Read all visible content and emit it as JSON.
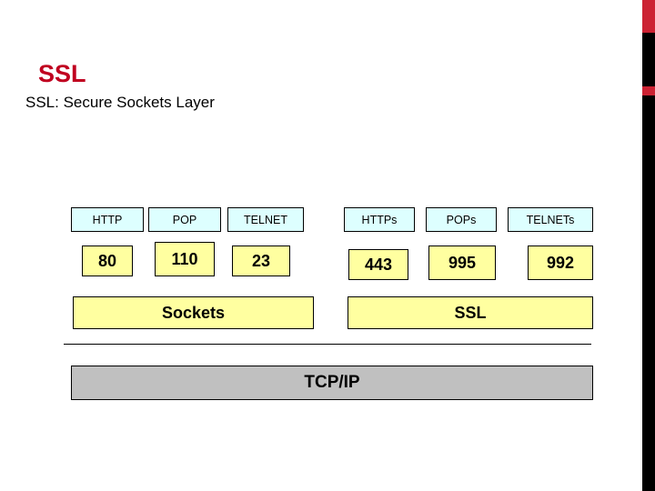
{
  "slide": {
    "title": "SSL",
    "subtitle": "SSL: Secure Sockets Layer"
  },
  "colors": {
    "title": "#c00020",
    "box_fill": "#ffffa0",
    "proto_fill": "#ddffff",
    "tcpip_fill": "#c0c0c0",
    "accent_bar": "#cc2233",
    "bar": "#000000"
  },
  "diagram": {
    "protocols": [
      {
        "name": "HTTP",
        "port": "80"
      },
      {
        "name": "POP",
        "port": "110"
      },
      {
        "name": "TELNET",
        "port": "23"
      },
      {
        "name": "HTTPs",
        "port": "443"
      },
      {
        "name": "POPs",
        "port": "995"
      },
      {
        "name": "TELNETs",
        "port": "992"
      }
    ],
    "bands": [
      {
        "label": "Sockets"
      },
      {
        "label": "SSL"
      }
    ],
    "base": {
      "label": "TCP/IP"
    }
  }
}
